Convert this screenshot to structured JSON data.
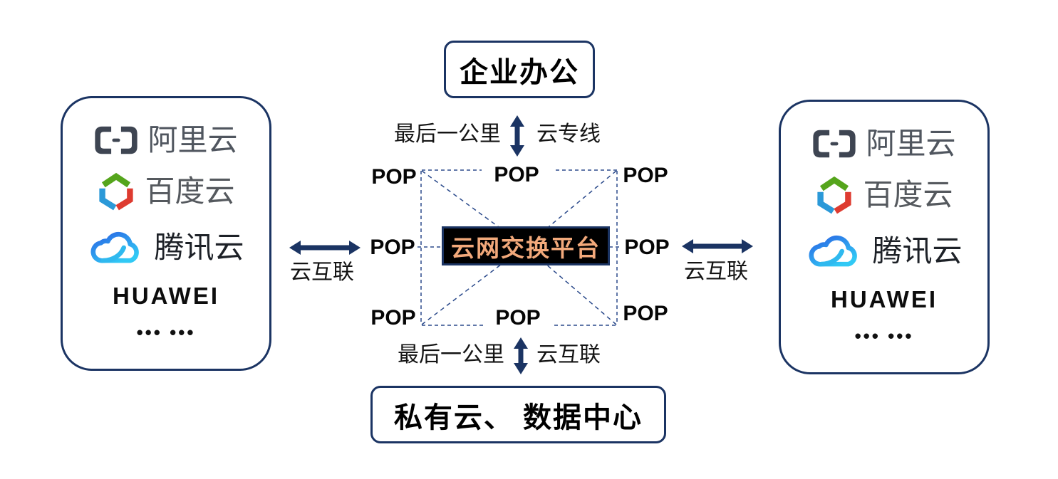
{
  "nodes": {
    "enterprise_office": "企业办公",
    "exchange_platform": "云网交换平台",
    "private_cloud_datacenter": "私有云、 数据中心",
    "pop": "POP"
  },
  "edges": {
    "top_last_mile": "最后一公里",
    "top_cloud_line": "云专线",
    "bottom_last_mile": "最后一公里",
    "bottom_cloud_interconnect": "云互联",
    "left_cloud_interconnect": "云互联",
    "right_cloud_interconnect": "云互联"
  },
  "providers": {
    "alibaba": "阿里云",
    "baidu": "百度云",
    "tencent": "腾讯云",
    "huawei": "HUAWEI",
    "ellipsis": "••• •••"
  },
  "colors": {
    "navy": "#1B3463",
    "dashed_line": "#2B4A8B",
    "platform_bg": "#000000",
    "platform_text": "#F2A97B",
    "alibaba_gray": "#3E4552",
    "baidu_green": "#55A51C",
    "baidu_blue": "#2B99D8",
    "baidu_red": "#DE3B30",
    "tencent_blue_dark": "#2A64E4",
    "tencent_blue_light": "#31C9F5"
  }
}
